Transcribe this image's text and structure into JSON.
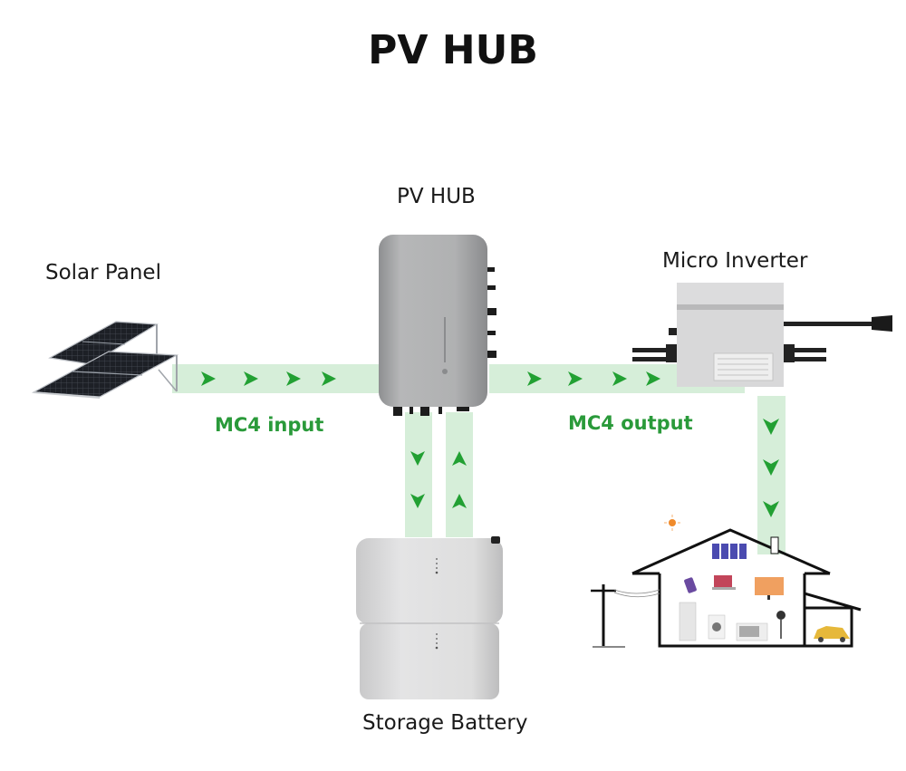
{
  "title": "PV HUB",
  "labels": {
    "solar_panel": "Solar Panel",
    "pv_hub": "PV HUB",
    "micro_inverter": "Micro Inverter",
    "storage_battery": "Storage Battery",
    "mc4_input": "MC4 input",
    "mc4_output": "MC4 output"
  },
  "flows": [
    {
      "from": "Solar Panel",
      "to": "PV HUB",
      "direction": "right",
      "arrows": 4
    },
    {
      "from": "PV HUB",
      "to": "Micro Inverter",
      "direction": "right",
      "arrows": 4
    },
    {
      "from": "PV HUB",
      "to": "Storage Battery",
      "direction": "down",
      "arrows": 2
    },
    {
      "from": "Storage Battery",
      "to": "PV HUB",
      "direction": "up",
      "arrows": 2
    },
    {
      "from": "Micro Inverter",
      "to": "House",
      "direction": "down",
      "arrows": 3
    }
  ],
  "colors": {
    "flow_band": "#d6eed9",
    "arrow": "#22a033",
    "label_green": "#2a9a3a",
    "text": "#1a1a1a"
  },
  "icons": [
    "solar-panel-icon",
    "pv-hub-device-icon",
    "micro-inverter-icon",
    "storage-battery-icon",
    "house-icon",
    "utility-pole-icon",
    "sun-icon",
    "car-icon"
  ]
}
